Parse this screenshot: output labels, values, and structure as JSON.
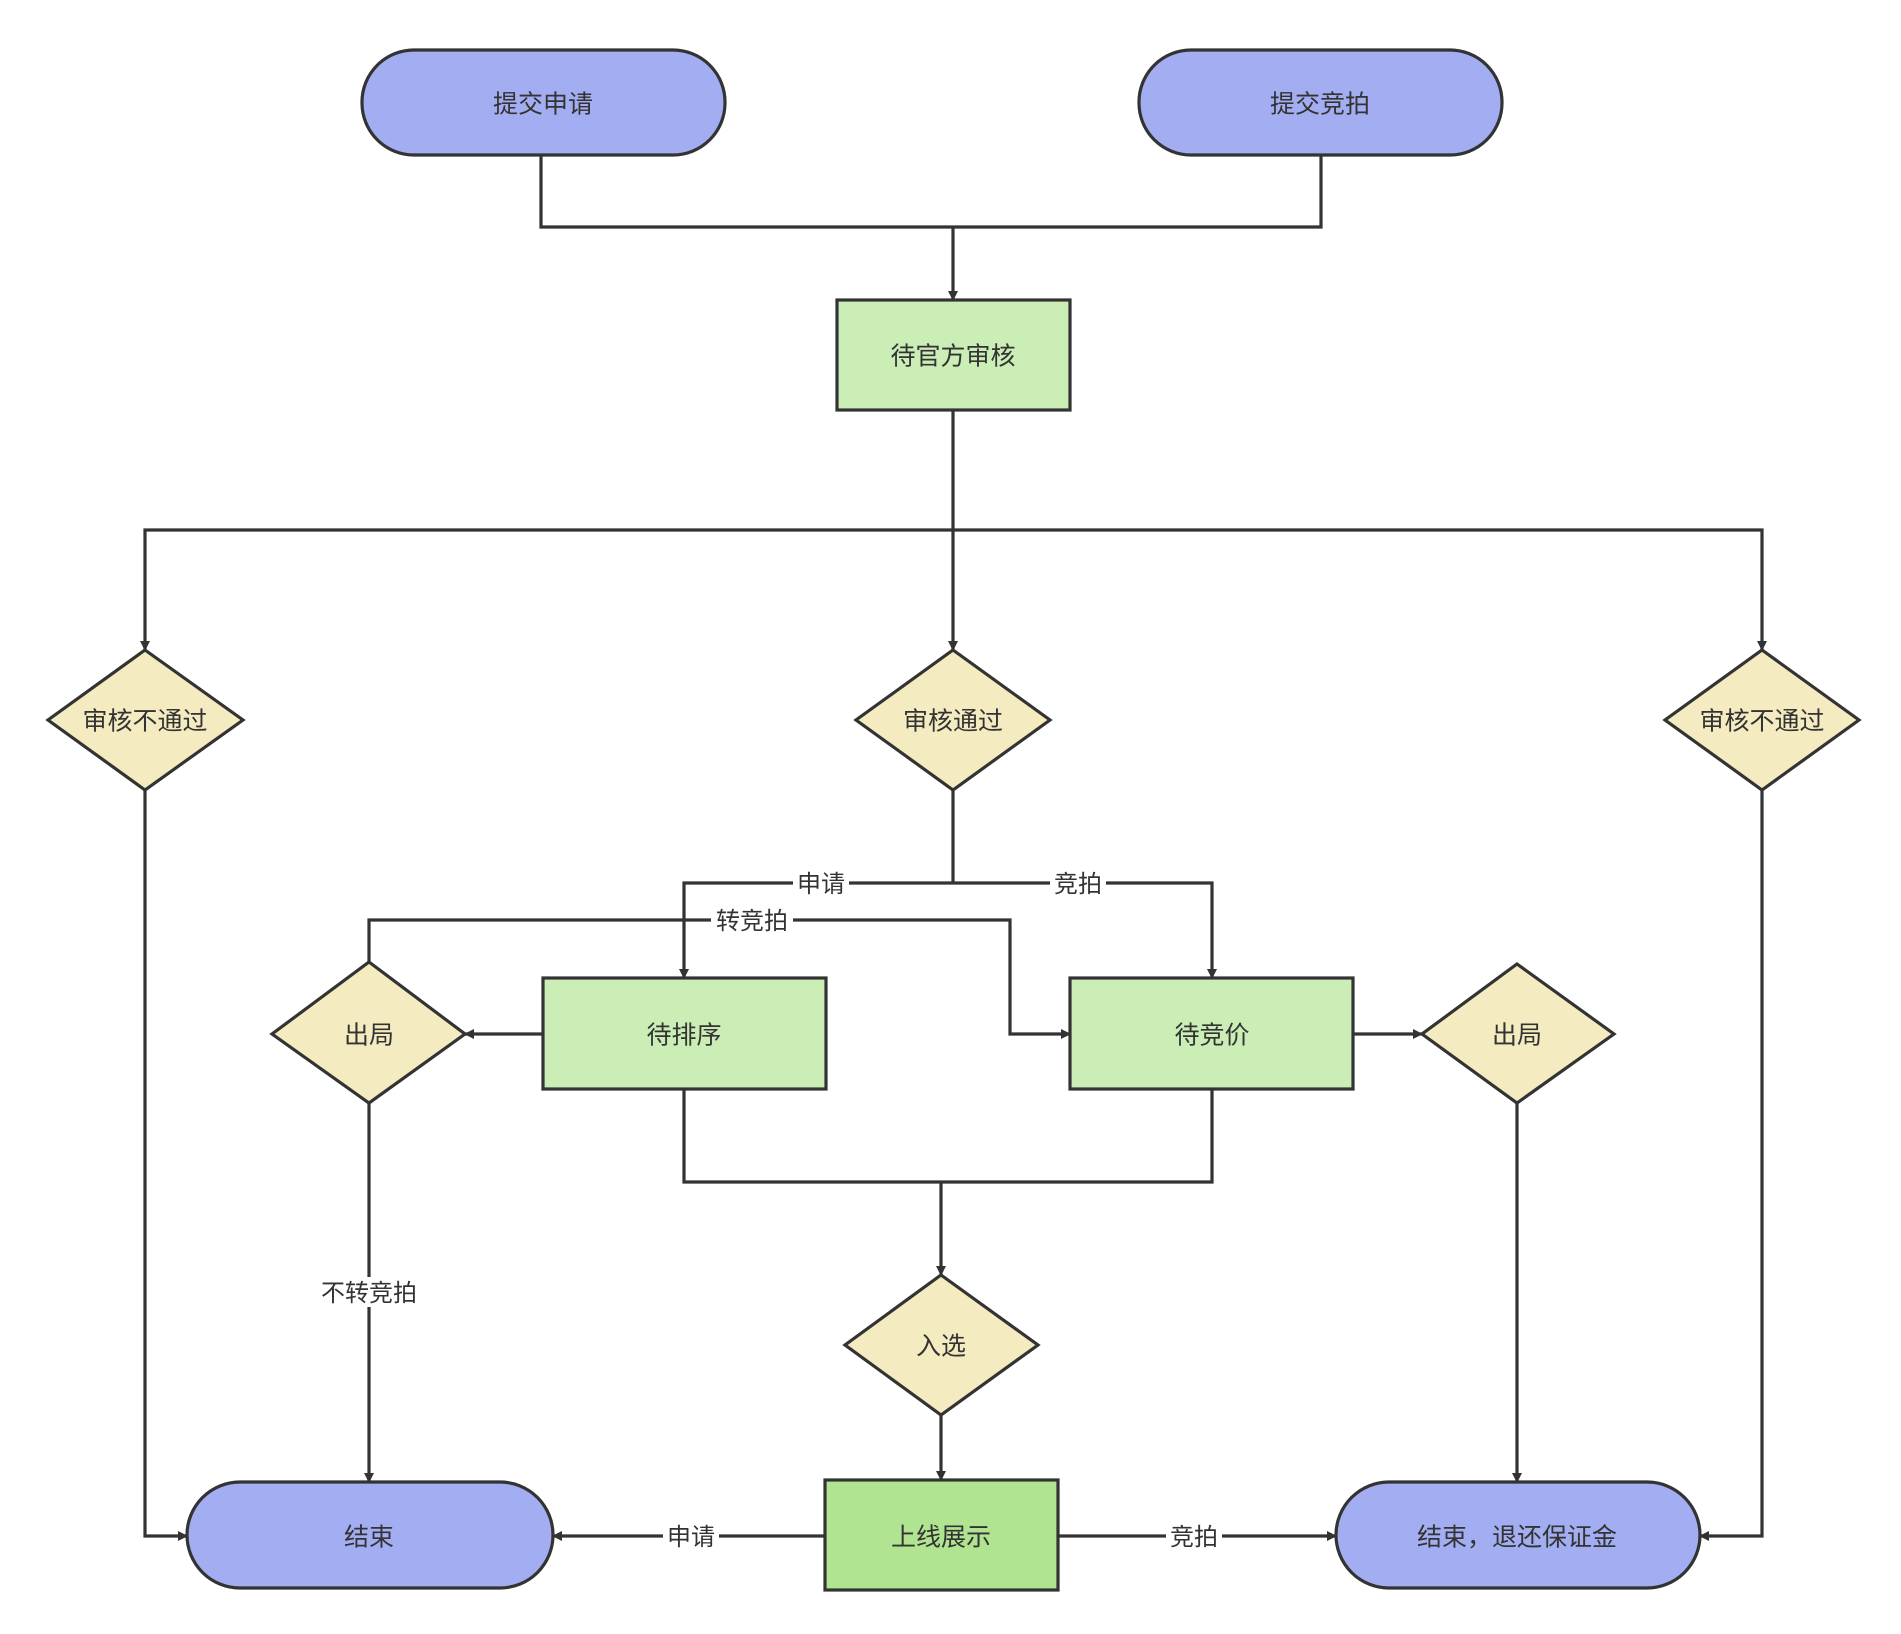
{
  "colors": {
    "terminal_fill": "#a3aef2",
    "process_fill": "#cbeeb6",
    "process_dark_fill": "#b0e490",
    "decision_fill": "#f4ecc0",
    "stroke": "#333333"
  },
  "nodes": {
    "submit_apply": "提交申请",
    "submit_bid": "提交竞拍",
    "pending_review": "待官方审核",
    "reject_left": "审核不通过",
    "approved": "审核通过",
    "reject_right": "审核不通过",
    "out_left": "出局",
    "pending_sort": "待排序",
    "pending_price": "待竞价",
    "out_right": "出局",
    "selected": "入选",
    "end_left": "结束",
    "online_show": "上线展示",
    "end_refund": "结束，退还保证金"
  },
  "edge_labels": {
    "apply": "申请",
    "bid": "竞拍",
    "to_bid": "转竞拍",
    "no_to_bid": "不转竞拍",
    "online_apply": "申请",
    "online_bid": "竞拍"
  }
}
